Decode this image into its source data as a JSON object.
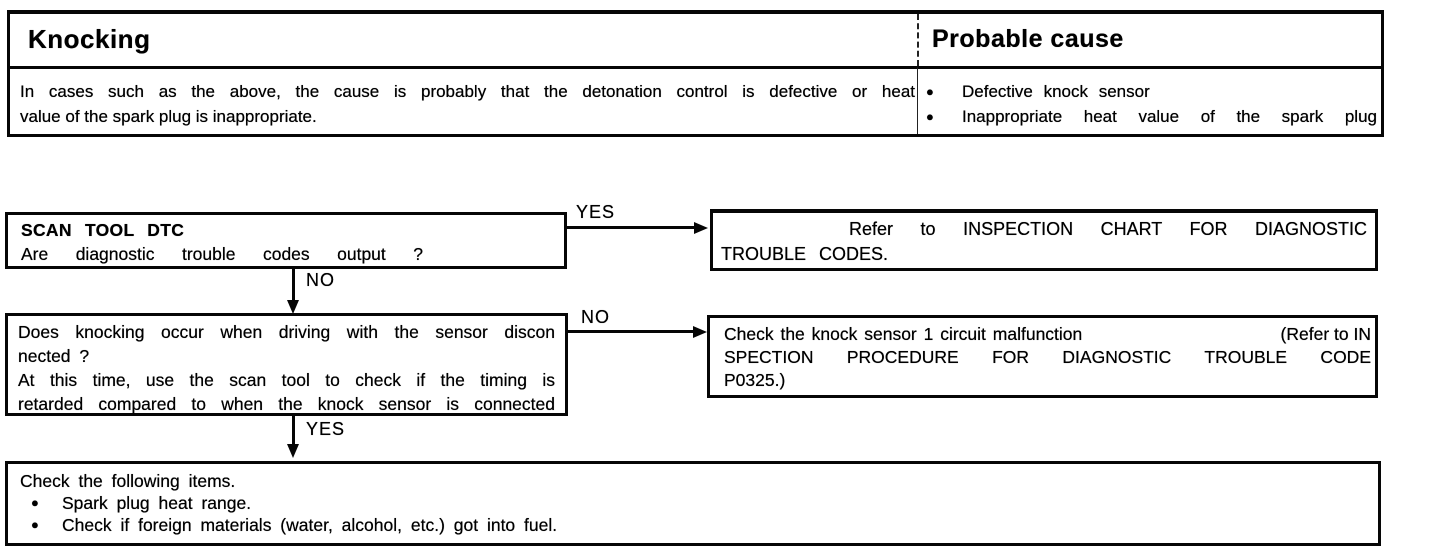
{
  "ink_color": "#000000",
  "paper_color": "#ffffff",
  "bullet_icon": "●",
  "table": {
    "header_left": "Knocking",
    "header_right": "Probable cause",
    "body_left_line1": "In cases such as the above, the cause is probably that the detonation control is defective or heat",
    "body_left_line2": "value of the spark plug is inappropriate.",
    "causes": [
      "Defective knock sensor",
      "Inappropriate heat value of the spark plug"
    ]
  },
  "flow": {
    "labels": {
      "yes1": "YES",
      "no1": "NO",
      "no2": "NO",
      "yes2": "YES"
    },
    "box1": {
      "title": "SCAN TOOL DTC",
      "question": "Are diagnostic trouble codes output ?"
    },
    "rbox1": {
      "line1": "Refer to INSPECTION CHART FOR DIAGNOSTIC",
      "line2": "TROUBLE CODES."
    },
    "box2": {
      "line1": "Does knocking occur when driving with the sensor discon",
      "line2": "nected ?",
      "line3": "At this time, use the scan tool to check if the timing is",
      "line4": "retarded compared to when the knock sensor is connected"
    },
    "rbox2": {
      "line1a": "Check the knock sensor 1 circuit malfunction",
      "line1b": "(Refer to IN",
      "line2": "SPECTION PROCEDURE FOR DIAGNOSTIC TROUBLE CODE",
      "line3": "P0325.)"
    },
    "box3": {
      "intro": "Check the following items.",
      "item1": "Spark plug heat range.",
      "item2": "Check if foreign materials (water, alcohol, etc.) got into fuel."
    }
  }
}
